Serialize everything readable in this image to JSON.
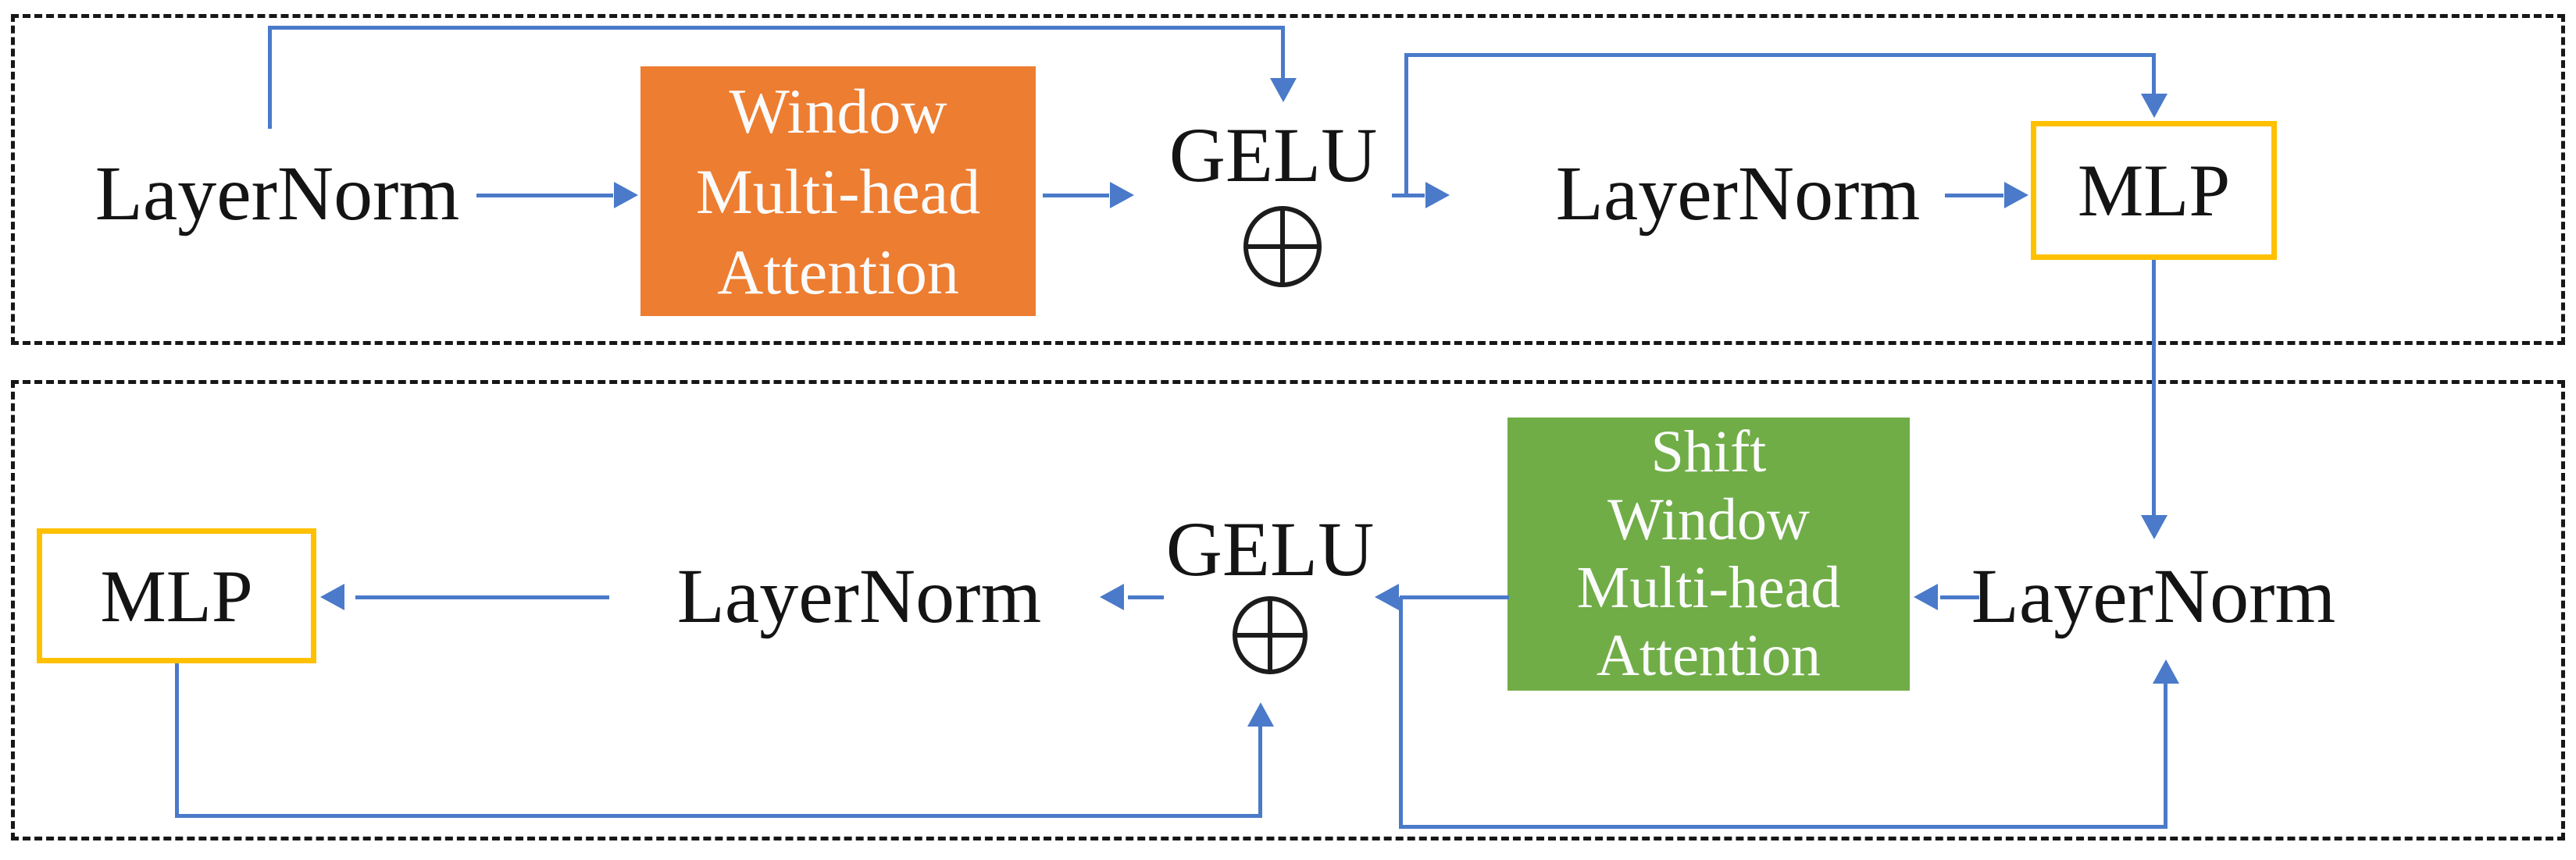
{
  "nodes": {
    "layernorm1": {
      "label": "LayerNorm"
    },
    "window_msa": {
      "lines": [
        "Window",
        "Multi-head",
        "Attention"
      ]
    },
    "gelu1": {
      "label": "GELU"
    },
    "layernorm2": {
      "label": "LayerNorm"
    },
    "mlp1": {
      "label": "MLP"
    },
    "layernorm3": {
      "label": "LayerNorm"
    },
    "shift_window_msa": {
      "lines": [
        "Shift",
        "Window",
        "Multi-head",
        "Attention"
      ]
    },
    "gelu2": {
      "label": "GELU"
    },
    "layernorm4": {
      "label": "LayerNorm"
    },
    "mlp2": {
      "label": "MLP"
    }
  },
  "icons": {
    "add1": "circle-plus",
    "add2": "circle-plus"
  },
  "colors": {
    "blue": "#4a7ac9",
    "orange": "#ED7D31",
    "green": "#70AD47",
    "yellow": "#FFC000",
    "ink": "#141414",
    "background": "#ffffff"
  }
}
